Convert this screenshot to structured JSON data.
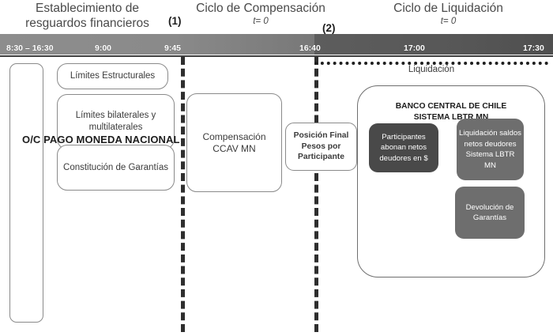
{
  "header": {
    "phases": [
      {
        "title": "Establecimiento de resguardos financieros",
        "subtitle": ""
      },
      {
        "title": "Ciclo de Compensación",
        "subtitle": "t= 0"
      },
      {
        "title": "Ciclo de Liquidación",
        "subtitle": "t= 0"
      }
    ],
    "markers": [
      {
        "label": "(1)"
      },
      {
        "label": "(2)"
      }
    ]
  },
  "timeline": {
    "ticks": [
      {
        "label": "8:30 – 16:30"
      },
      {
        "label": "9:00"
      },
      {
        "label": "9:45"
      },
      {
        "label": "16:40"
      },
      {
        "label": "17:00"
      },
      {
        "label": "17:30"
      }
    ],
    "segment_left_color": "#8a8a8a",
    "segment_right_color": "#575757"
  },
  "flow": {
    "dotted_line_label": "Liquidación",
    "oc_label": "O/C PAGO MONEDA NACIONAL",
    "tall_box_label": "",
    "left_boxes": [
      {
        "label": "Límites Estructurales"
      },
      {
        "label": "Límites bilaterales y multilaterales"
      },
      {
        "label": "Constitución de Garantías"
      }
    ],
    "compensacion_box": {
      "label": "Compensación CCAV MN"
    },
    "posicion_box": {
      "label": "Posición Final Pesos por Participante"
    },
    "central_bank": {
      "title_line1": "BANCO CENTRAL DE CHILE",
      "title_line2": "SISTEMA LBTR MN",
      "boxes": [
        {
          "label": "Participantes abonan netos deudores en  $",
          "color": "#494949"
        },
        {
          "label": "Liquidación saldos netos deudores Sistema LBTR MN",
          "color": "#6e6e6e"
        },
        {
          "label": "Devolución de Garantías",
          "color": "#6e6e6e"
        }
      ]
    }
  }
}
